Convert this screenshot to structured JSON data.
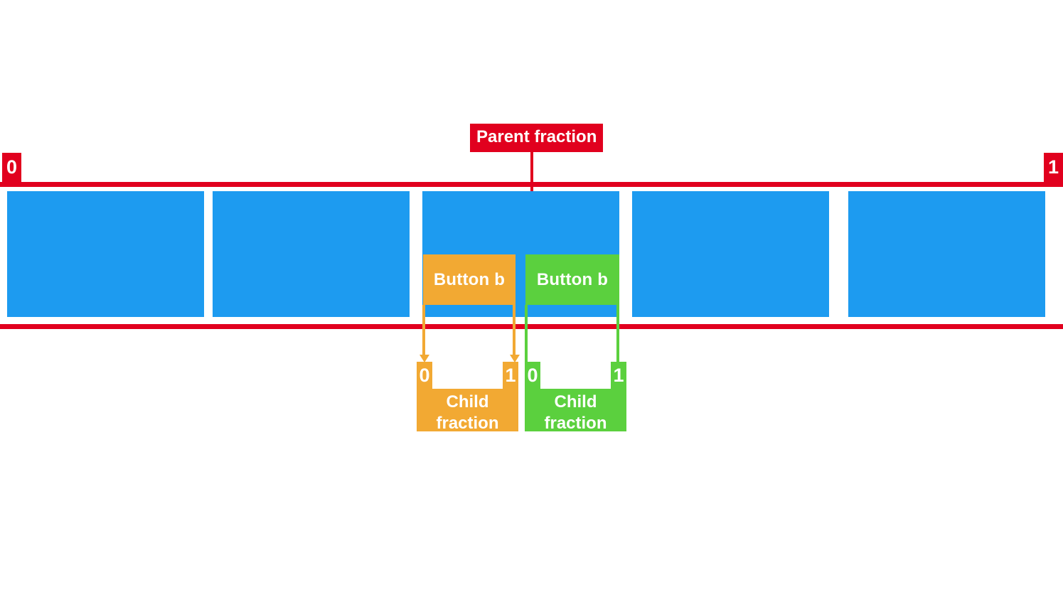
{
  "diagram": {
    "title_label": "Parent fraction",
    "parent_axis": {
      "start_label": "0",
      "end_label": "1",
      "color": "#e1001e"
    },
    "row": {
      "boxes": [
        {
          "name": "box-1",
          "color": "#1d9bf0"
        },
        {
          "name": "box-2",
          "color": "#1d9bf0"
        },
        {
          "name": "box-3",
          "color": "#1d9bf0"
        },
        {
          "name": "box-4",
          "color": "#1d9bf0"
        },
        {
          "name": "box-5",
          "color": "#1d9bf0"
        }
      ]
    },
    "buttons": [
      {
        "label": "Button b",
        "color": "#f2a933"
      },
      {
        "label": "Button b",
        "color": "#5bd03e"
      }
    ],
    "children": [
      {
        "caption_line1": "Child",
        "caption_line2": "fraction",
        "start_label": "0",
        "end_label": "1",
        "color": "#f2a933"
      },
      {
        "caption_line1": "Child",
        "caption_line2": "fraction",
        "start_label": "0",
        "end_label": "1",
        "color": "#5bd03e"
      }
    ]
  }
}
